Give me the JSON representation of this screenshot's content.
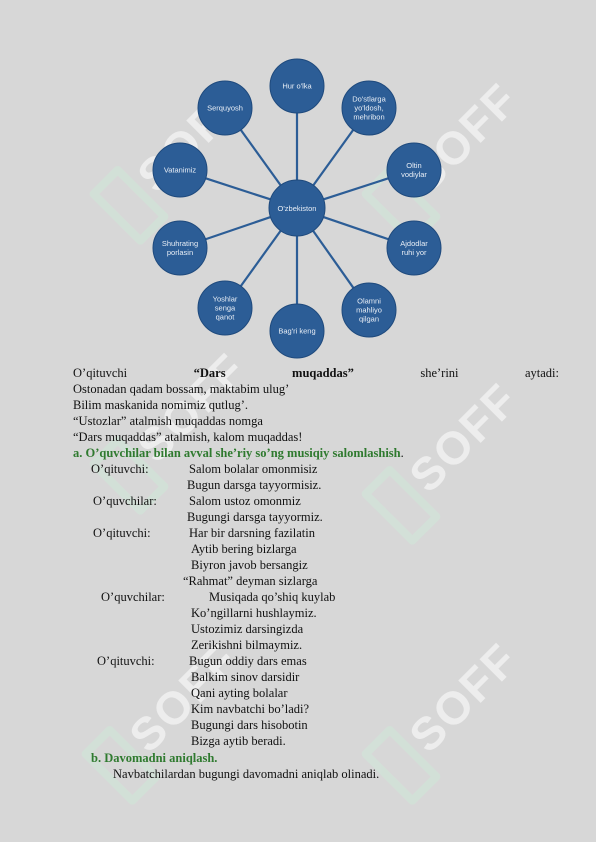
{
  "watermark": "SOFF",
  "diagram": {
    "center": "O'zbekiston",
    "nodes": [
      {
        "lines": [
          "Hur o'lka"
        ]
      },
      {
        "lines": [
          "Do'stlarga",
          "yo'ldosh,",
          "mehribon"
        ]
      },
      {
        "lines": [
          "Oltin",
          "vodiylar"
        ]
      },
      {
        "lines": [
          "Ajdodlar",
          "ruhi yor"
        ]
      },
      {
        "lines": [
          "Olamni",
          "mahliyo",
          "qilgan"
        ]
      },
      {
        "lines": [
          "Bag'ri keng"
        ]
      },
      {
        "lines": [
          "Yoshlar",
          "senga",
          "qanot"
        ]
      },
      {
        "lines": [
          "Shuhrating",
          "porlasin"
        ]
      },
      {
        "lines": [
          "Vatanimiz"
        ]
      },
      {
        "lines": [
          "Serquyosh"
        ]
      }
    ]
  },
  "intro": {
    "w1": "O’qituvchi",
    "w2": "“Dars",
    "w3": "muqaddas”",
    "w4": "she’rini",
    "w5": "aytadi:"
  },
  "poem": [
    "Ostonadan qadam bossam, maktabim ulug’",
    "Bilim maskanida nomimiz qutlug’.",
    " “Ustozlar” atalmish muqaddas nomga",
    " “Dars muqaddas” atalmish,  kalom muqaddas!"
  ],
  "section_a": {
    "marker": "a.",
    "heading": "O’quvchilar bilan avval she’riy so’ng musiqiy salomlashish",
    "punct": "."
  },
  "dialogue": [
    {
      "speaker": "O’qituvchi:",
      "lines": [
        "Salom bolalar omonmisiz",
        "Bugun darsga  tayyormisiz."
      ]
    },
    {
      "speaker": "O’quvchilar:",
      "lines": [
        "Salom ustoz omonmiz",
        "Bugungi darsga tayyormiz."
      ]
    },
    {
      "speaker": "O’qituvchi:",
      "lines": [
        "Har bir darsning fazilatin",
        "Aytib bering bizlarga",
        "Biyron javob bersangiz",
        "“Rahmat” deyman sizlarga"
      ]
    },
    {
      "speaker": "O’quvchilar:",
      "lines": [
        "Musiqada qo’shiq kuylab",
        "Ko’ngillarni hushlaymiz.",
        "Ustozimiz darsingizda",
        "Zerikishni bilmaymiz."
      ]
    },
    {
      "speaker": "O’qituvchi:",
      "lines": [
        "Bugun oddiy dars emas",
        "Balkim sinov darsidir",
        "Qani ayting bolalar",
        "Kim navbatchi bo’ladi?",
        "Bugungi dars hisobotin",
        "Bizga aytib beradi."
      ]
    }
  ],
  "section_b": {
    "marker": "b.",
    "heading": "Davomadni aniqlash.",
    "body": "Navbatchilardan bugungi davomadni aniqlab olinadi."
  },
  "colors": {
    "node": "#2c5d96",
    "accent_green": "#2f7a2f",
    "page": "#d7d7d7"
  }
}
